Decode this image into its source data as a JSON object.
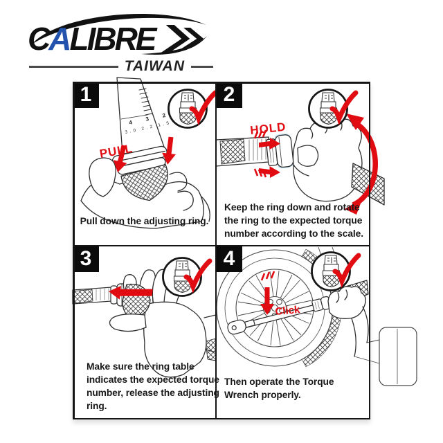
{
  "brand": {
    "prefix": "C",
    "accent_letter": "A",
    "suffix": "LIBRE",
    "subtitle": "TAIWAN",
    "accent_color": "#2353ad"
  },
  "colors": {
    "action_red": "#e00c12",
    "ink": "#141414"
  },
  "wrench_scale": {
    "major_row": "4 3 2",
    "minor_row": "3.0 2.2 1.5"
  },
  "steps": [
    {
      "number": "1",
      "caption": "Pull down the adjusting ring.",
      "action_label": "PULL"
    },
    {
      "number": "2",
      "caption": "Keep the ring down and rotate the ring to the expected torque number according to the scale.",
      "action_label": "HOLD"
    },
    {
      "number": "3",
      "caption": "Make sure the ring table indicates the expected torque number, release the adjusting ring.",
      "action_label": ""
    },
    {
      "number": "4",
      "caption": "Then operate the Torque Wrench properly.",
      "action_label": "Click"
    }
  ]
}
